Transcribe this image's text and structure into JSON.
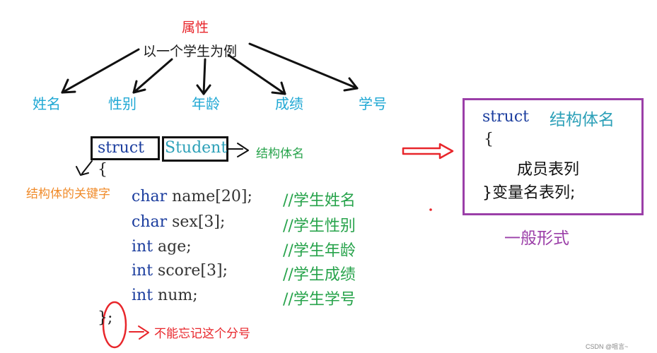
{
  "top": {
    "attribute_label": "属性",
    "example_label": "以一个学生为例",
    "attributes": [
      "姓名",
      "性别",
      "年龄",
      "成绩",
      "学号"
    ]
  },
  "declaration": {
    "keyword": "struct",
    "struct_name": "Student",
    "struct_name_note": "结构体名",
    "open_brace": "{",
    "keyword_note": "结构体的关键字",
    "close_brace": "};",
    "semicolon_note": "不能忘记这个分号",
    "members": [
      {
        "type": "char",
        "rest": " name[20];",
        "comment": "//学生姓名"
      },
      {
        "type": "char",
        "rest": " sex[3];",
        "comment": "//学生性别"
      },
      {
        "type": "int",
        "rest": " age;",
        "comment": "//学生年龄"
      },
      {
        "type": "int",
        "rest": " score[3];",
        "comment": "//学生成绩"
      },
      {
        "type": "int",
        "rest": " num;",
        "comment": "//学生学号"
      }
    ]
  },
  "general_form": {
    "keyword": "struct",
    "name": "结构体名",
    "open_brace": "{",
    "members": "成员表列",
    "closing": "}变量名表列;",
    "caption": "一般形式"
  },
  "watermark": "CSDN @咀言~",
  "colors": {
    "red": "#e8262b",
    "cyan": "#20a8d4",
    "navy": "#1b3d9e",
    "green": "#27a34b",
    "orange": "#f08b2a",
    "purple": "#9b3fa8"
  }
}
